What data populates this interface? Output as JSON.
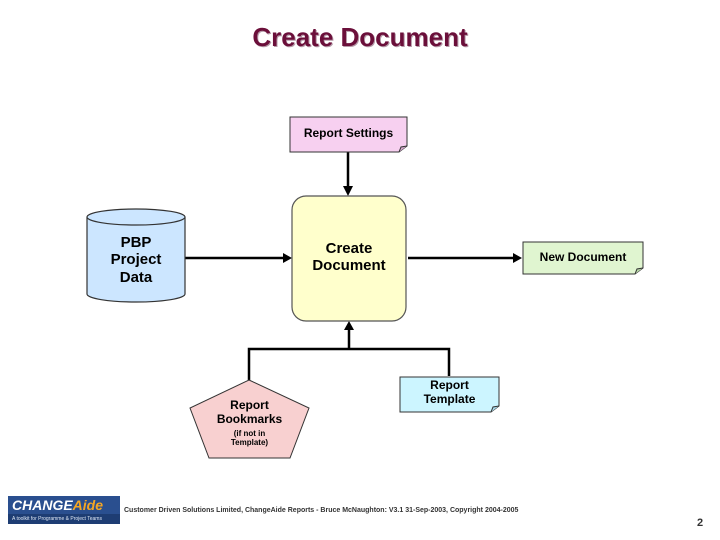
{
  "title": "Create Document",
  "nodes": {
    "report_settings": "Report Settings",
    "create_document": [
      "Create",
      "Document"
    ],
    "pbp_data": [
      "PBP",
      "Project",
      "Data"
    ],
    "new_document": "New Document",
    "report_template": [
      "Report",
      "Template"
    ],
    "report_bookmarks": [
      "Report",
      "Bookmarks"
    ],
    "report_bookmarks_note": [
      "(if not in",
      "Template)"
    ]
  },
  "logo": {
    "brand_main": "CHANGE",
    "brand_accent": "Aide",
    "tagline": "A toolkit for Programme & Project Teams"
  },
  "footer": "Customer Driven Solutions Limited,  ChangeAide Reports - Bruce McNaughton: V3.1 31-Sep-2003, Copyright 2004-2005",
  "page_number": "2",
  "colors": {
    "title": "#6b0f3a",
    "report_settings_fill": "#f7d0f0",
    "create_document_fill": "#ffffcc",
    "pbp_data_fill": "#cce6ff",
    "new_document_fill": "#e0f5d0",
    "report_template_fill": "#ccf5ff",
    "report_bookmarks_fill": "#f8d0d0"
  }
}
